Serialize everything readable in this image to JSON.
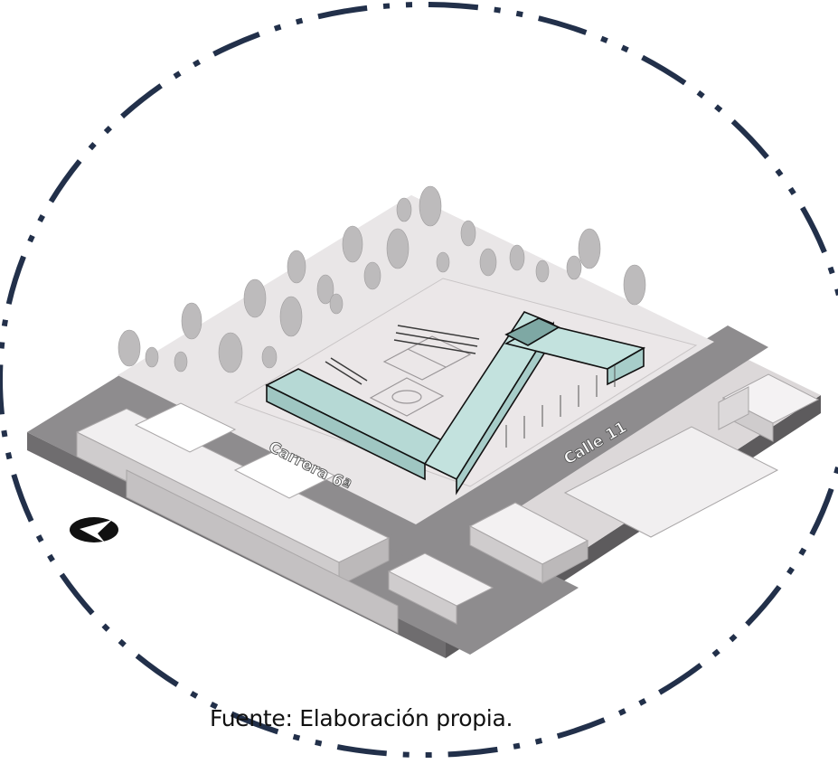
{
  "figure": {
    "caption": "Fuente: Elaboración propia.",
    "streets": {
      "carrera": "Carrera 6ª",
      "calle": "Calle 11"
    },
    "icons": {
      "north_arrow": "north-arrow-icon",
      "boundary": "dash-dot-circle"
    },
    "colors": {
      "boundary_ring": "#22304a",
      "road": "#8e8c8e",
      "site_ground": "#e7e2e3",
      "block_ground": "#dad6d7",
      "tree": "#bdbbbc",
      "glass_building": "#bfe0dc",
      "building_outline": "#111111"
    }
  }
}
